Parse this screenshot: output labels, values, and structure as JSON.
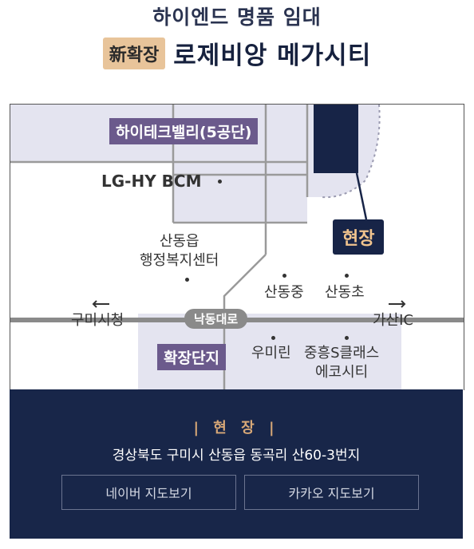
{
  "header": {
    "line1": "하이엔드 명품 임대",
    "badge": "新확장",
    "title": "로제비앙 메가시티"
  },
  "map": {
    "district_label": "하이테크밸리(5공단)",
    "lg_label": "LG-HY BCM",
    "office_label": "산동읍\n행정복지센터",
    "middle_school": "산동중",
    "elementary_school": "산동초",
    "gumi_city_hall": "구미시청",
    "main_road": "낙동대로",
    "gasan_ic": "가산IC",
    "expansion_label": "확장단지",
    "umirin": "우미린",
    "jungheung": "중흥S클래스\n에코시티",
    "site_label": "현장"
  },
  "footer": {
    "title": "| 현 장 |",
    "address": "경상북도 구미시  산동읍 동곡리 산60-3번지",
    "naver_button": "네이버 지도보기",
    "kakao_button": "카카오 지도보기"
  },
  "colors": {
    "navy": "#182649",
    "purple": "#6b5a8c",
    "accent": "#d8a877",
    "lavender": "#e4e4f0"
  }
}
